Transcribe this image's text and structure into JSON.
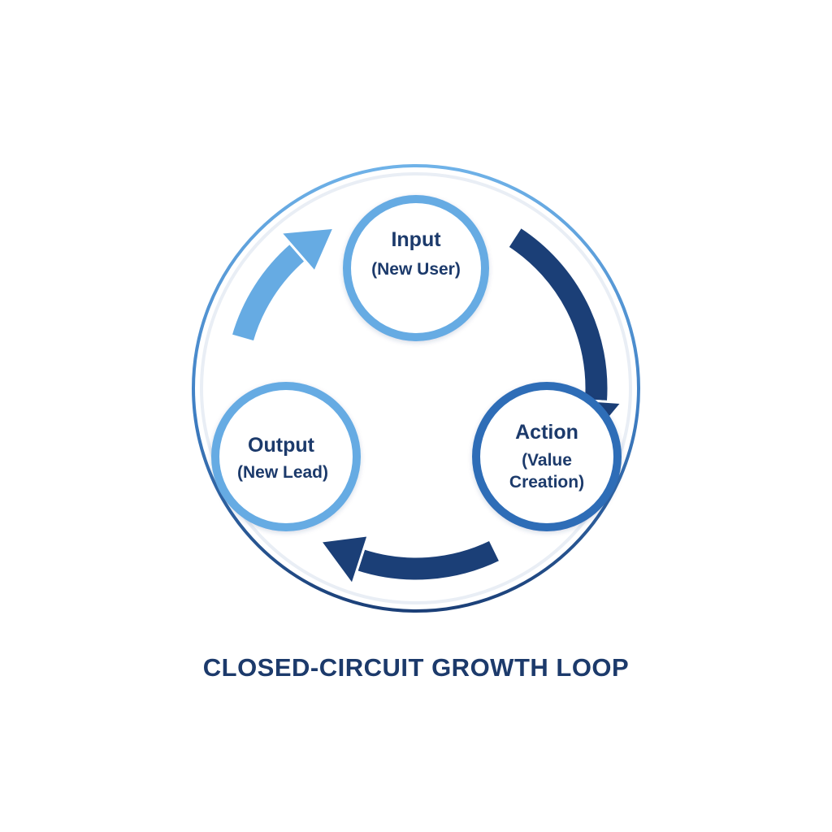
{
  "title": "CLOSED-CIRCUIT GROWTH LOOP",
  "colors": {
    "dark_blue": "#1b3f77",
    "light_blue": "#66abe3",
    "text": "#1c3a6b",
    "ring": "#3f7fc4"
  },
  "nodes": [
    {
      "id": "input",
      "title": "Input",
      "subtitle_lines": [
        "(New User)"
      ]
    },
    {
      "id": "action",
      "title": "Action",
      "subtitle_lines": [
        "(Value",
        "Creation)"
      ]
    },
    {
      "id": "output",
      "title": "Output",
      "subtitle_lines": [
        "(New Lead)"
      ]
    }
  ],
  "arrows": [
    {
      "from": "input",
      "to": "action",
      "color": "dark_blue"
    },
    {
      "from": "action",
      "to": "output",
      "color": "dark_blue"
    },
    {
      "from": "output",
      "to": "input",
      "color": "light_blue"
    }
  ]
}
